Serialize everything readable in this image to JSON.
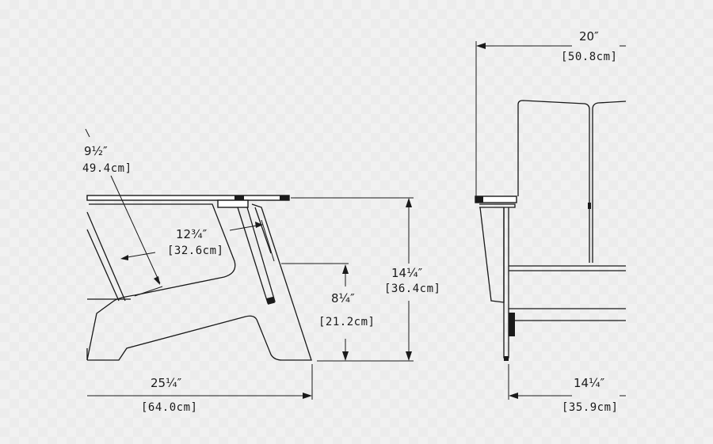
{
  "dimensions": {
    "arm_diag_in": "9½″",
    "arm_diag_cm": "49.4cm]",
    "arm_depth_in": "12¾″",
    "arm_depth_cm": "[32.6cm]",
    "seat_height_in": "8¼″",
    "seat_height_cm": "[21.2cm]",
    "arm_height_in": "14¼″",
    "arm_height_cm": "[36.4cm]",
    "depth_in": "25¼″",
    "depth_cm": "[64.0cm]",
    "width_top_in": "20″",
    "width_top_cm": "[50.8cm]",
    "width_bottom_in": "14¼″",
    "width_bottom_cm": "[35.9cm]"
  }
}
